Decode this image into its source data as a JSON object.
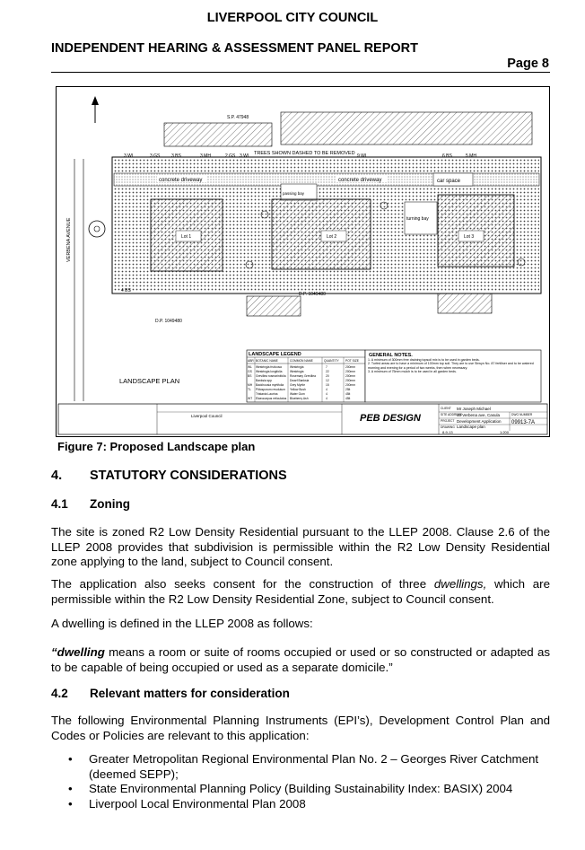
{
  "header": {
    "council": "LIVERPOOL CITY COUNCIL",
    "report_title": "INDEPENDENT HEARING & ASSESSMENT PANEL REPORT",
    "page": "Page 8"
  },
  "figure": {
    "caption": "Figure 7: Proposed Landscape plan",
    "plan_title": "LANDSCAPE PLAN",
    "labels": {
      "trees_removed": "TREES SHOWN DASHED TO BE REMOVED",
      "concrete_driveway": "concrete driveway",
      "passing_bay": "passing bay",
      "car_space": "car space",
      "turning_bay": "turning bay",
      "lot1": "Lot 1",
      "lot2": "Lot 2",
      "lot3": "Lot 3",
      "dp1": "D.P. 1049480",
      "dp2": "D.P. 1049480",
      "avenue": "VERBENA AVENUE",
      "tree_codes": [
        "3 WL",
        "3 GS",
        "3 BS",
        "3 MH",
        "2 GS",
        "3 WL",
        "9 WL",
        "6 BS",
        "5 MH",
        "4 BS"
      ]
    },
    "legend": {
      "title": "LANDSCAPE LEGEND",
      "columns": [
        "ABR",
        "BOTANIC NAME",
        "COMMON NAME",
        "QUANTITY",
        "POT SIZE"
      ],
      "rows": [
        [
          "WL",
          "Westringia fruticosa",
          "Westringia",
          "7",
          "200mm"
        ],
        [
          "GS",
          "Westringia longifolia",
          "Westringia",
          "22",
          "200mm"
        ],
        [
          "BS",
          "Grevillea rosmarinifolia",
          "Rosemary Grevillea",
          "20",
          "200mm"
        ],
        [
          "",
          "Banksia spp",
          "Dwarf Banksia",
          "12",
          "200mm"
        ],
        [
          "MH",
          "Backhousia myrtifolia",
          "Grey Myrtle",
          "15",
          "200mm"
        ],
        [
          "TL",
          "Pittosporum revolutum",
          "Yellow Bush",
          "4",
          "25lt"
        ],
        [
          "",
          "Tristania Laurina",
          "Water Gum",
          "4",
          "45lt"
        ],
        [
          "WT",
          "Elaeocarpus reticulatus",
          "Blueberry Ash",
          "4",
          "45lt"
        ]
      ]
    },
    "notes": {
      "title": "GENERAL NOTES.",
      "items": [
        "1. A minimum of 300mm free draining topsoil mix is to be used in garden beds.",
        "2. Turfed areas are to have a minimum of 100mm top soil. They are to use Sirwyn No. 87 fertiliser and to be watered morning and evening for a period of two weeks, then when necessary.",
        "3. A minimum of 75mm mulch is to be used in all garden beds."
      ]
    },
    "title_block": {
      "logo": "PEB DESIGN",
      "client_label": "CLIENT",
      "client": "Mr Joseph Michael",
      "address_label": "SITE ADDRESS",
      "address": "40 Verbena ave, Casula",
      "project_label": "PROJECT",
      "project": "Development Application",
      "drawing_label": "DRAWING",
      "drawing": "Landscape plan",
      "dwg_no_label": "DWG NUMBER",
      "dwg_no": "09913-7A",
      "date": "8-9-13",
      "scale": "1:200",
      "rev_council": "Liverpool Council"
    }
  },
  "sections": {
    "s4_num": "4.",
    "s4_title": "STATUTORY CONSIDERATIONS",
    "s41_num": "4.1",
    "s41_title": "Zoning",
    "p1": "The site is zoned R2 Low Density Residential pursuant to the LLEP 2008. Clause 2.6 of the LLEP 2008 provides that subdivision is permissible within the R2 Low Density Residential zone applying to the land, subject to Council consent.",
    "p2_a": "The application also seeks consent for the construction of three ",
    "p2_em": "dwellings,",
    "p2_b": " which are permissible within the R2 Low Density Residential Zone, subject to Council consent.",
    "p3": "A dwelling is defined in the LLEP 2008 as follows:",
    "p4_term": "“dwelling",
    "p4_rest": " means a room or suite of rooms occupied or used or so constructed or adapted as to be capable of being occupied or used as a separate domicile.”",
    "s42_num": "4.2",
    "s42_title": "Relevant matters for consideration",
    "p5": "The following Environmental Planning Instruments (EPI’s), Development Control Plan and Codes or Policies are relevant to this application:",
    "bullets": [
      "Greater Metropolitan Regional Environmental Plan No. 2 – Georges River Catchment (deemed SEPP);",
      "State Environmental Planning Policy (Building Sustainability Index: BASIX) 2004",
      "Liverpool Local Environmental Plan 2008"
    ]
  }
}
